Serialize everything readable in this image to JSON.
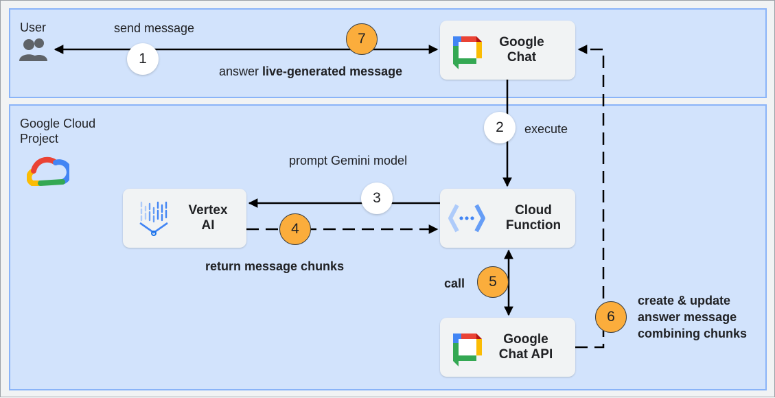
{
  "regions": {
    "user": {
      "label": "User"
    },
    "cloud": {
      "label_line1": "Google Cloud",
      "label_line2": "Project"
    }
  },
  "nodes": {
    "google_chat": {
      "line1": "Google",
      "line2": "Chat"
    },
    "cloud_function": {
      "line1": "Cloud",
      "line2": "Function"
    },
    "vertex_ai": {
      "line1": "Vertex",
      "line2": "AI"
    },
    "chat_api": {
      "line1": "Google",
      "line2": "Chat API"
    }
  },
  "edge_labels": {
    "send_message": "send message",
    "answer_prefix": "answer ",
    "answer_bold": "live-generated message",
    "execute": "execute",
    "prompt": "prompt Gemini model",
    "return_chunks": "return message chunks",
    "call": "call",
    "create_line1": "create & update",
    "create_line2": "answer message",
    "create_line3": "combining chunks"
  },
  "steps": {
    "s1": "1",
    "s2": "2",
    "s3": "3",
    "s4": "4",
    "s5": "5",
    "s6": "6",
    "s7": "7"
  },
  "colors": {
    "region_fill": "#d2e3fc",
    "region_border": "#8ab4f8",
    "node_fill": "#f1f3f4",
    "step_orange": "#fbad3c",
    "google_blue": "#4285f4",
    "google_red": "#ea4335",
    "google_yellow": "#fbbc04",
    "google_green": "#34a853"
  },
  "icons": {
    "user": "users-icon",
    "cloud": "google-cloud-logo-icon",
    "chat": "google-chat-logo-icon",
    "vertex": "vertex-ai-icon",
    "function": "cloud-function-icon"
  }
}
